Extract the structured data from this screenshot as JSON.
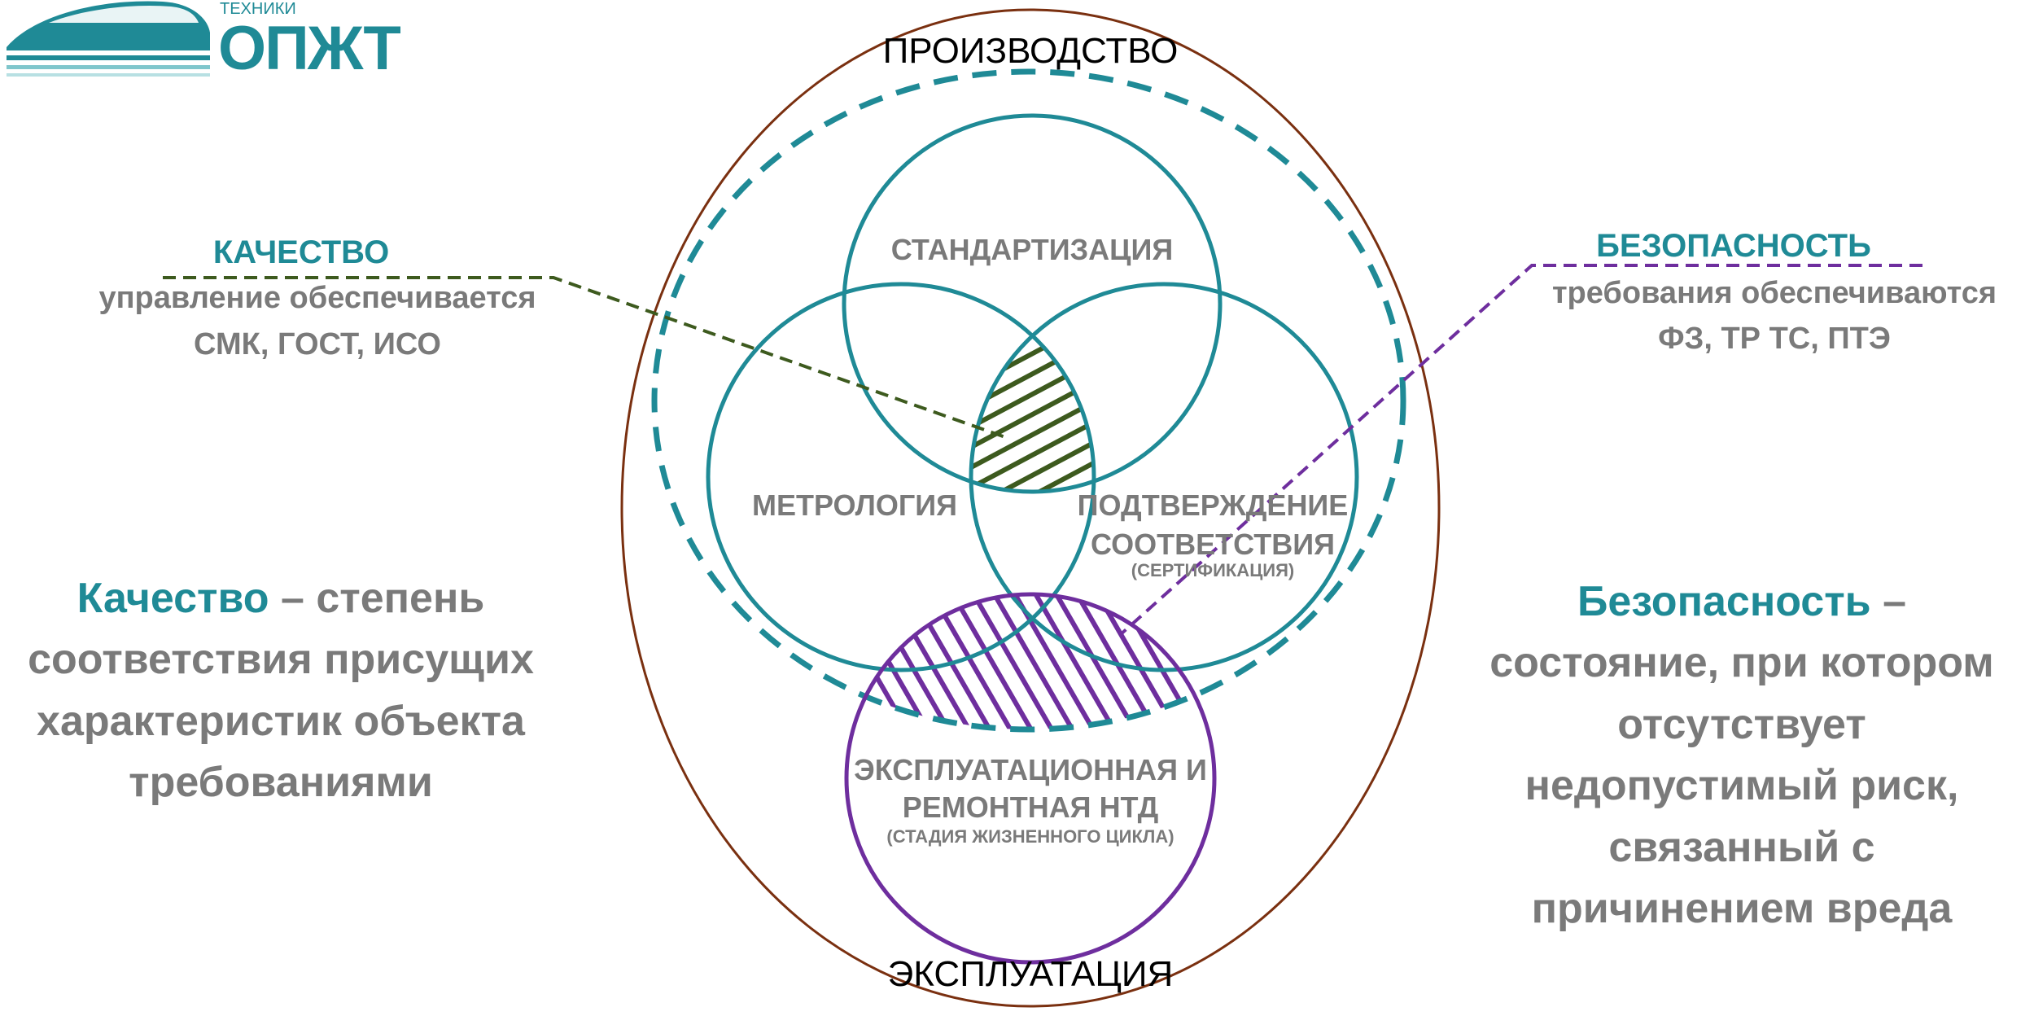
{
  "logo": {
    "caption": "ТЕХНИКИ",
    "text": "ОПЖТ",
    "icon": "train-icon"
  },
  "diagram": {
    "outer_top_label": "ПРОИЗВОДСТВО",
    "outer_bottom_label": "ЭКСПЛУАТАЦИЯ",
    "standardization": "СТАНДАРТИЗАЦИЯ",
    "metrology": "МЕТРОЛОГИЯ",
    "conformity_line1": "ПОДТВЕРЖДЕНИЕ",
    "conformity_line2": "СООТВЕТСТВИЯ",
    "conformity_note": "(СЕРТИФИКАЦИЯ)",
    "operation_line1": "ЭКСПЛУАТАЦИОННАЯ И",
    "operation_line2": "РЕМОНТНАЯ НТД",
    "operation_note": "(СТАДИЯ ЖИЗНЕННОГО ЦИКЛА)"
  },
  "quality_callout": {
    "title": "КАЧЕСТВО",
    "line1": "управление обеспечивается",
    "line2": "СМК, ГОСТ, ИСО"
  },
  "safety_callout": {
    "title": "БЕЗОПАСНОСТЬ",
    "line1": "требования обеспечиваются",
    "line2": "ФЗ, ТР ТС, ПТЭ"
  },
  "quality_definition": {
    "term": "Качество",
    "dash": " – степень",
    "line2": "соответствия присущих",
    "line3": "характеристик объекта",
    "line4": "требованиями"
  },
  "safety_definition": {
    "term": "Безопасность",
    "dash": " –",
    "line2": "состояние, при котором",
    "line3": "отсутствует",
    "line4": "недопустимый риск,",
    "line5": "связанный с",
    "line6": "причинением вреда"
  },
  "colors": {
    "teal": "#1f8a96",
    "gray": "#7a7a7a",
    "outer_ellipse": "#7a3010",
    "quality_hatch": "#3d5a1e",
    "safety_hatch": "#6e2e9e"
  }
}
